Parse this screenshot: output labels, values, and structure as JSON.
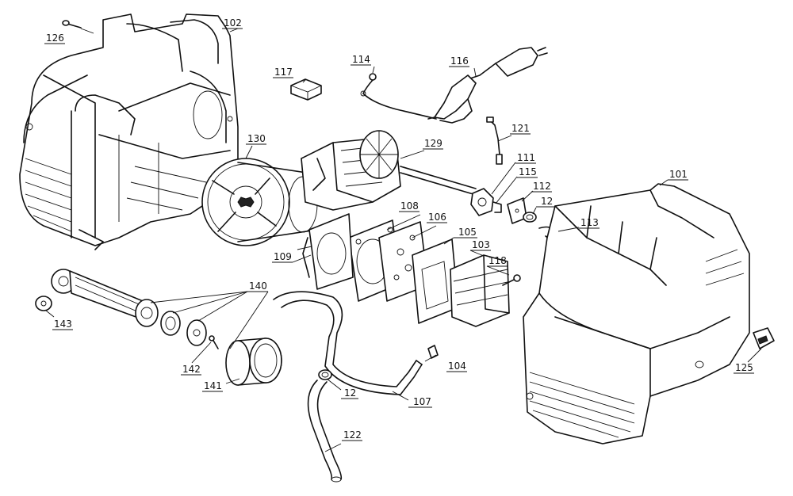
{
  "callouts": {
    "c102": "102",
    "c126": "126",
    "c114": "114",
    "c116": "116",
    "c117": "117",
    "c130": "130",
    "c129": "129",
    "c121": "121",
    "c111": "111",
    "c115": "115",
    "c112": "112",
    "c101": "101",
    "c12a": "12",
    "c113": "113",
    "c108": "108",
    "c106": "106",
    "c105": "105",
    "c103": "103",
    "c118": "118",
    "c109": "109",
    "c140": "140",
    "c143": "143",
    "c142": "142",
    "c141": "141",
    "c104": "104",
    "c12b": "12",
    "c107": "107",
    "c122": "122",
    "c125": "125"
  }
}
